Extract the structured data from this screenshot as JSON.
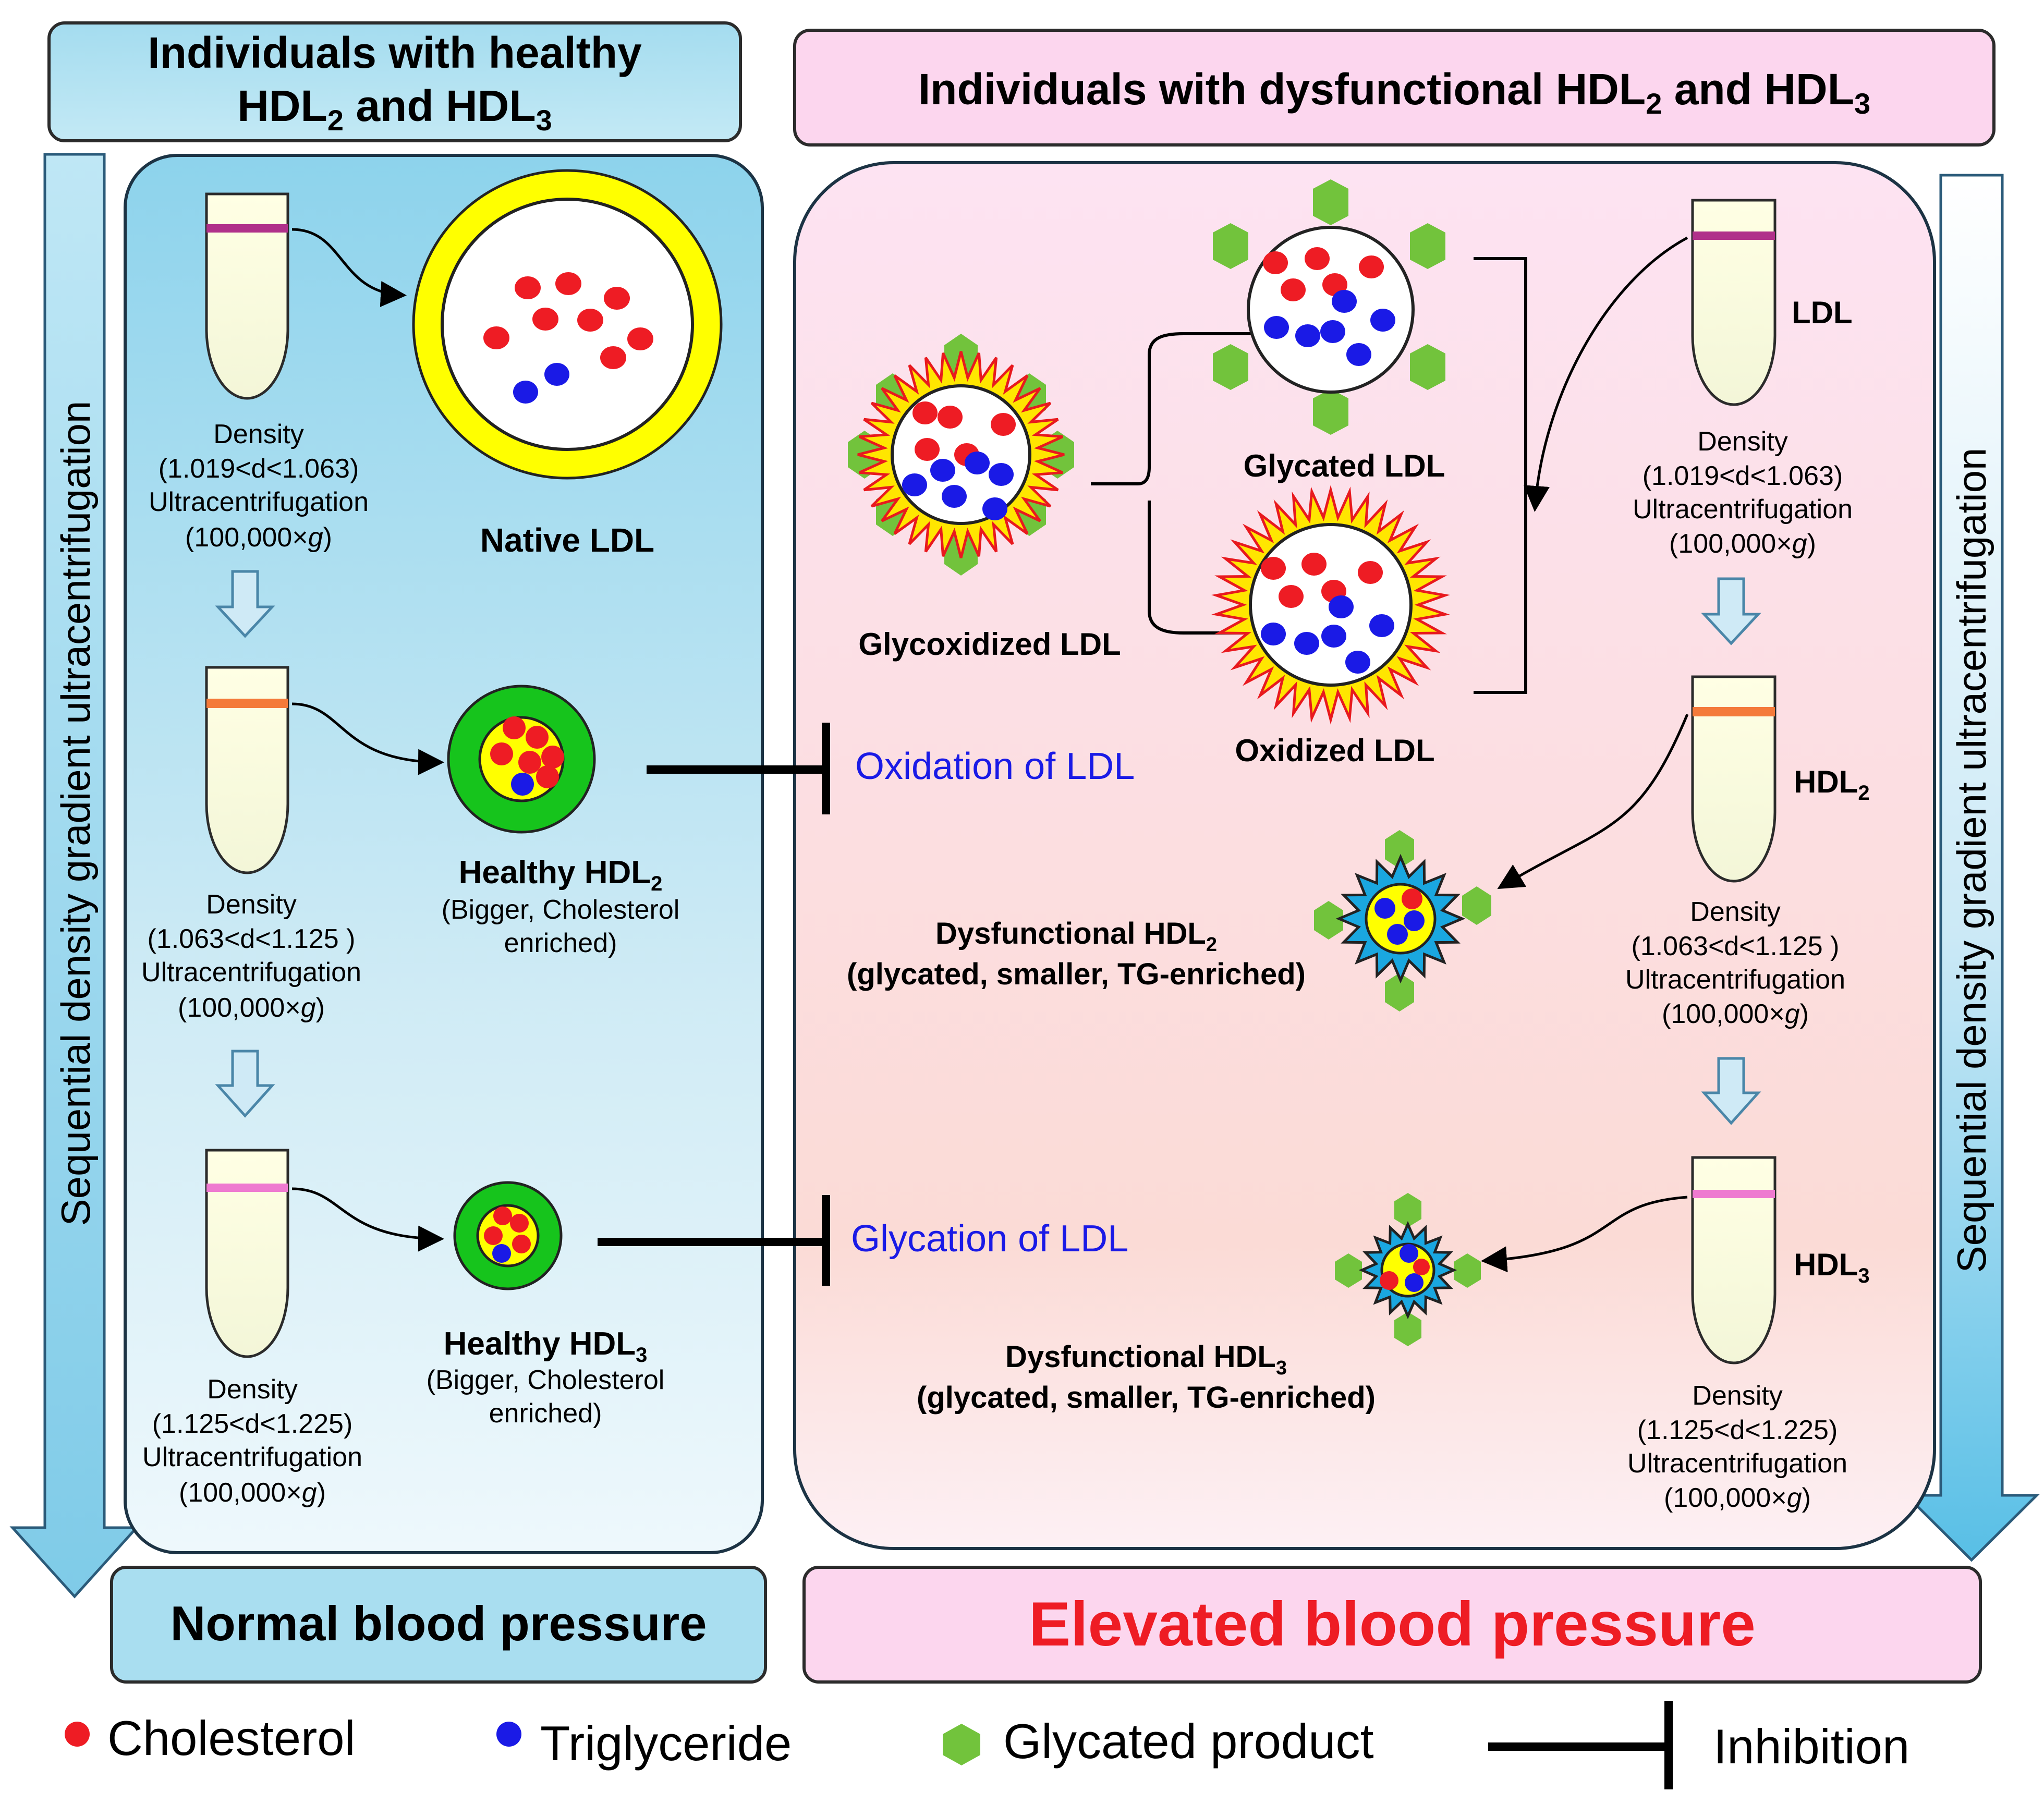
{
  "colors": {
    "cholesterol": "#ee1c24",
    "triglyceride": "#1a1ae6",
    "glycated": "#72c33c",
    "inhibit_text": "#1a1ae6",
    "elevated_text": "#ee1c24",
    "ldl_band": "#b0308a",
    "hdl2_band": "#f47a3a",
    "hdl3_band": "#ee7ad0",
    "left_box": "#bde6f2",
    "right_box": "#fbdcef"
  },
  "left": {
    "header_line1": "Individuals with healthy",
    "header_line2_pre": "HDL",
    "header_sub2": "2",
    "header_line2_mid": " and HDL",
    "header_sub3": "3",
    "side_arrow_label": "Sequential density gradient ultracentrifugation",
    "footer": "Normal blood pressure",
    "tubes": [
      {
        "name": "ldl",
        "density_label": "Density",
        "range": "(1.019<d<1.063)",
        "method": "Ultracentrifugation",
        "speed_pre": "(100,000×",
        "speed_g": "g",
        "speed_post": ")"
      },
      {
        "name": "hdl2",
        "density_label": "Density",
        "range": "(1.063<d<1.125 )",
        "method": "Ultracentrifugation",
        "speed_pre": "(100,000×",
        "speed_g": "g",
        "speed_post": ")"
      },
      {
        "name": "hdl3",
        "density_label": "Density",
        "range": "(1.125<d<1.225)",
        "method": "Ultracentrifugation",
        "speed_pre": "(100,000×",
        "speed_g": "g",
        "speed_post": ")"
      }
    ],
    "native_ldl": "Native LDL",
    "healthy_hdl2": {
      "title": "Healthy HDL",
      "sub": "2",
      "line2": "(Bigger, Cholesterol",
      "line3": "enriched)"
    },
    "healthy_hdl3": {
      "title": "Healthy HDL",
      "sub": "3",
      "line2": "(Bigger, Cholesterol",
      "line3": "enriched)"
    }
  },
  "right": {
    "header_pre": "Individuals with dysfunctional HDL",
    "header_sub2": "2",
    "header_mid": " and HDL",
    "header_sub3": "3",
    "side_arrow_label": "Sequential density gradient ultracentrifugation",
    "footer": "Elevated blood pressure",
    "glycoxidized_ldl": "Glycoxidized LDL",
    "glycated_ldl": "Glycated LDL",
    "oxidized_ldl": "Oxidized LDL",
    "tube_labels": {
      "ldl": "LDL",
      "hdl_pre": "HDL",
      "hdl2_sub": "2",
      "hdl3_sub": "3"
    },
    "tubes": [
      {
        "name": "ldl",
        "density_label": "Density",
        "range": "(1.019<d<1.063)",
        "method": "Ultracentrifugation",
        "speed_pre": "(100,000×",
        "speed_g": "g",
        "speed_post": ")"
      },
      {
        "name": "hdl2",
        "density_label": "Density",
        "range": "(1.063<d<1.125 )",
        "method": "Ultracentrifugation",
        "speed_pre": "(100,000×",
        "speed_g": "g",
        "speed_post": ")"
      },
      {
        "name": "hdl3",
        "density_label": "Density",
        "range": "(1.125<d<1.225)",
        "method": "Ultracentrifugation",
        "speed_pre": "(100,000×",
        "speed_g": "g",
        "speed_post": ")"
      }
    ],
    "dys_hdl2": {
      "title": "Dysfunctional HDL",
      "sub": "2",
      "line2": "(glycated, smaller, TG-enriched)"
    },
    "dys_hdl3": {
      "title": "Dysfunctional HDL",
      "sub": "3",
      "line2": "(glycated, smaller, TG-enriched)"
    }
  },
  "inhibition": {
    "oxidation": "Oxidation of LDL",
    "glycation": "Glycation of LDL"
  },
  "legend": {
    "cholesterol": "Cholesterol",
    "triglyceride": "Triglyceride",
    "glycated": "Glycated product",
    "inhibition": "Inhibition"
  }
}
